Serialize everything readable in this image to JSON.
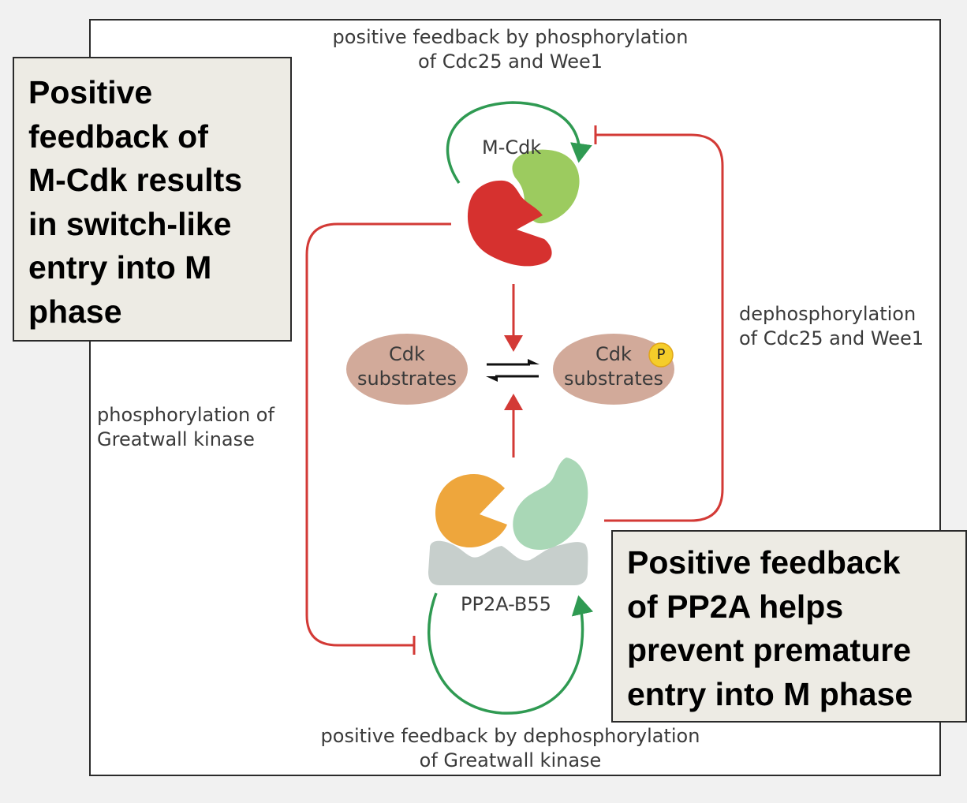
{
  "labels": {
    "top_feedback": [
      "positive feedback by phosphorylation",
      "of Cdc25 and Wee1"
    ],
    "bottom_feedback": [
      "positive feedback by dephosphorylation",
      "of Greatwall kinase"
    ],
    "right_path": [
      "dephosphorylation",
      "of Cdc25 and Wee1"
    ],
    "left_path": [
      "phosphorylation of",
      "Greatwall kinase"
    ],
    "mcdk": "M-Cdk",
    "pp2a": "PP2A-B55",
    "substrate_left": [
      "Cdk",
      "substrates"
    ],
    "substrate_right": [
      "Cdk",
      "substrates"
    ],
    "phospho_badge": "P"
  },
  "callouts": {
    "mcdk": [
      "Positive",
      "feedback of",
      "M-Cdk results",
      "in switch-like",
      "entry into M",
      "phase"
    ],
    "pp2a": [
      "Positive feedback",
      "of PP2A helps",
      "prevent premature",
      "entry into M phase"
    ]
  },
  "colors": {
    "activation_arrow": "#2f9a52",
    "inhibition_arrow": "#d33a36",
    "mcdk_kinase": "#d6312f",
    "mcdk_cyclin": "#9ccb5f",
    "pp2a_catalytic": "#eea63c",
    "pp2a_regulatory": "#a9d7b6",
    "pp2a_scaffold": "#c7cfcc",
    "substrate": "#d2aa9a",
    "phospho_badge": "#f5cd2a"
  }
}
